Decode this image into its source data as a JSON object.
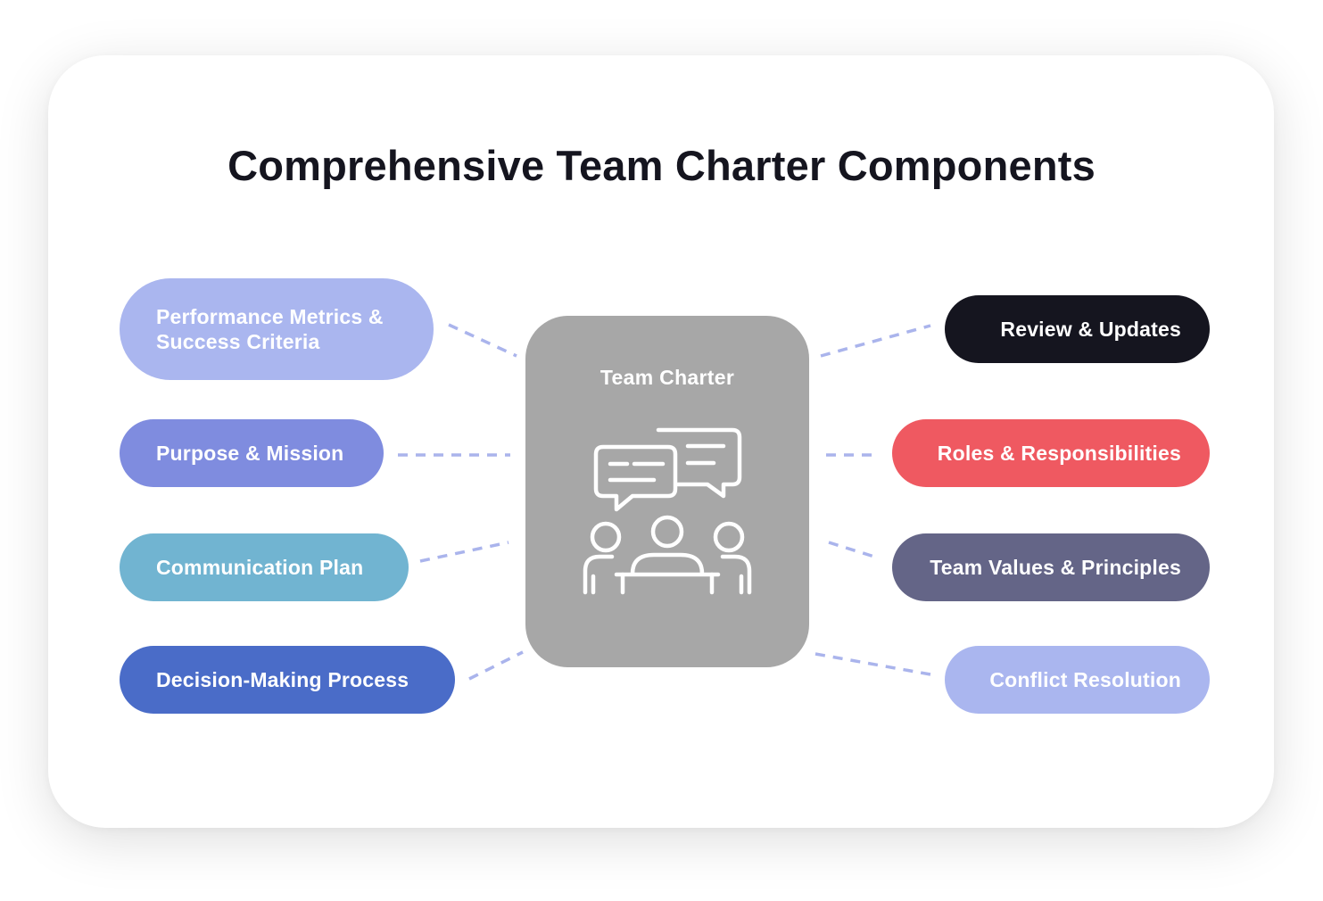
{
  "title": "Comprehensive Team Charter Components",
  "hub": {
    "label": "Team Charter",
    "icon": "team-meeting-chat-icon"
  },
  "left_items": [
    {
      "label_line1": "Performance Metrics &",
      "label_line2": "Success Criteria",
      "color": "#aab6ef"
    },
    {
      "label": "Purpose & Mission",
      "color": "#7f8cdf"
    },
    {
      "label": "Communication Plan",
      "color": "#71b4d1"
    },
    {
      "label": "Decision-Making Process",
      "color": "#4a6cc8"
    }
  ],
  "right_items": [
    {
      "label": "Review & Updates",
      "color": "#15151f"
    },
    {
      "label": "Roles & Responsibilities",
      "color": "#ef5961"
    },
    {
      "label": "Team Values & Principles",
      "color": "#646587"
    },
    {
      "label": "Conflict Resolution",
      "color": "#aab6ef"
    }
  ],
  "connector_color": "#aab4ec"
}
